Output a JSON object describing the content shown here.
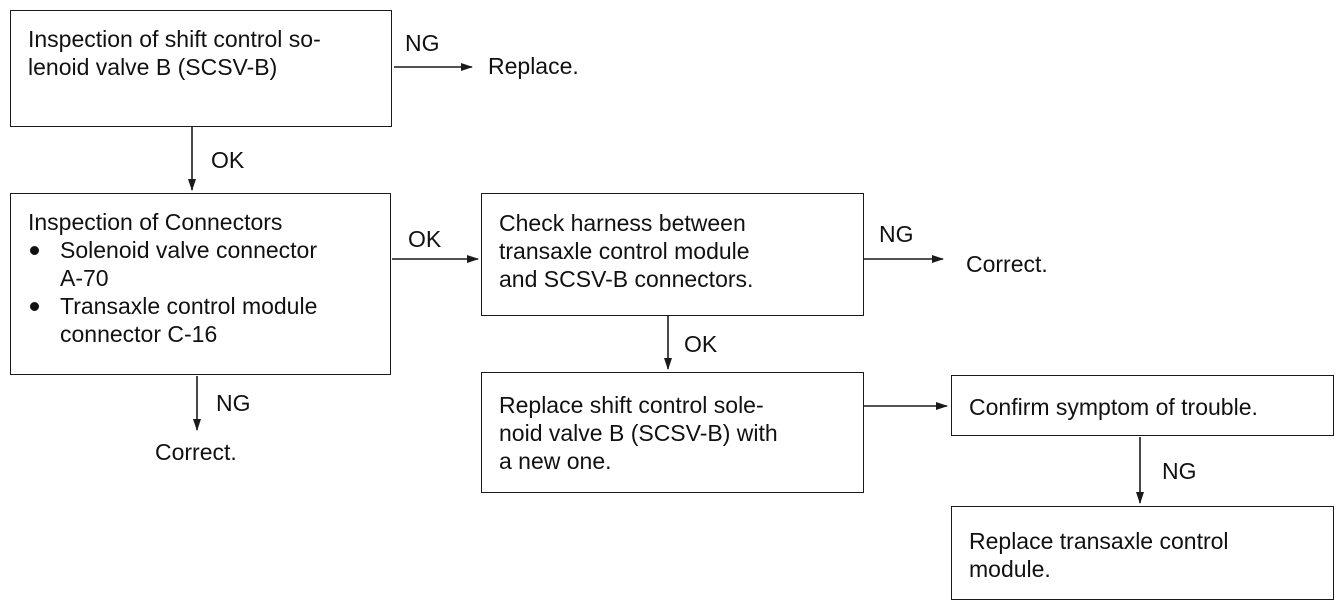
{
  "boxes": {
    "inspect_scsv": {
      "text": "Inspection of shift control so-\nlenoid valve B (SCSV-B)"
    },
    "inspect_connectors": {
      "title": "Inspection of Connectors",
      "bullets": [
        "Solenoid valve connector\nA-70",
        "Transaxle control module\nconnector C-16"
      ]
    },
    "check_harness": {
      "text": "Check harness between\ntransaxle control module\nand SCSV-B connectors."
    },
    "replace_scsv": {
      "text": "Replace shift control sole-\nnoid valve B (SCSV-B) with\na new one."
    },
    "confirm_symptom": {
      "text": "Confirm symptom of trouble."
    },
    "replace_tcm": {
      "text": "Replace transaxle control\nmodule."
    }
  },
  "labels": {
    "ng_1": "NG",
    "replace_result": "Replace.",
    "ok_1": "OK",
    "ok_2": "OK",
    "ng_2": "NG",
    "correct_1": "Correct.",
    "ng_3": "NG",
    "correct_2": "Correct.",
    "ok_3": "OK",
    "ng_4": "NG"
  },
  "colors": {
    "line": "#1a1a1a",
    "text": "#111111",
    "background": "#ffffff"
  }
}
